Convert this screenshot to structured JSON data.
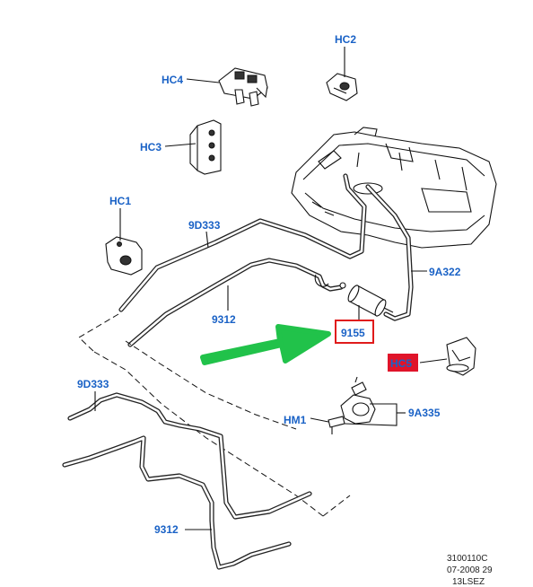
{
  "callouts": {
    "hc2": "HC2",
    "hc4": "HC4",
    "hc3": "HC3",
    "hc1": "HC1",
    "d9d333_top": "9D333",
    "a9a322": "9A322",
    "p9312_top": "9312",
    "p9155": "9155",
    "hc5": "HC5",
    "hm1": "HM1",
    "a9a335": "9A335",
    "d9d333_bottom": "9D333",
    "p9312_bottom": "9312"
  },
  "footer": {
    "line1": "3100110C",
    "line2": "07-2008 29",
    "line3": "13LSEZ"
  },
  "colors": {
    "label_blue": "#1a62c6",
    "highlight_box_red": "#e01b1b",
    "hc5_fill": "#e0142a",
    "arrow_green": "#21c24a"
  }
}
